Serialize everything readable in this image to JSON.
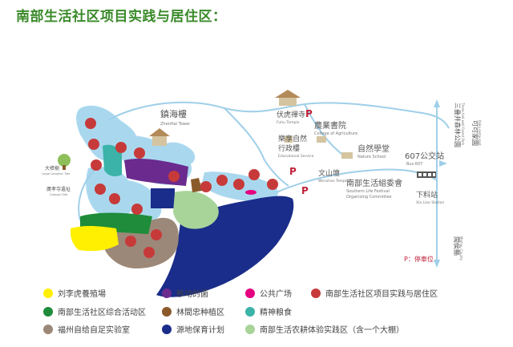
{
  "title": "南部生活社区项目实践与居住区：",
  "places": {
    "zhenhai_cn": "鎮海樓",
    "zhenhai_en": "ZhenHai Tower",
    "fuhu_cn": "伏虎禪寺",
    "fuhu_en": "Fuhu Temple",
    "agri_cn": "農業書院",
    "agri_en": "College of Agriculture",
    "edu_cn1": "樂享自然",
    "edu_cn2": "行政樓",
    "edu_en": "Educational Service",
    "nature_cn": "自然學堂",
    "nature_en": "Nature School",
    "bus_cn": "607公交站",
    "bus_en": "Bus 607",
    "wenshan_cn": "文山壇",
    "wenshan_en": "Wenshan Temple",
    "committee_cn": "南部生活組委會",
    "committee_en1": "Southern Life Festival",
    "committee_en2": "Organizing Committee",
    "xialiao_cn": "下料站",
    "xialiao_en": "Xia Liao Station",
    "sanjie_cn": "三叠井森林公園",
    "sanjie_en1": "Three-fold well Forest Park",
    "kekeyu_cn": "可可家園",
    "kekeyu_en": "Kaka restaurant",
    "mingzhou_cn": "閩侯縣",
    "mingzhou_en": "Minhou County",
    "guangzong_cn": "大樟樹",
    "guangzong_en": "Large Camphor Tree",
    "guangzi_cn": "廣孝寺遺址",
    "guangzi_en": "Guangxi Site",
    "parking_mark": "P",
    "parking_note": "P：停車位"
  },
  "legend": [
    {
      "label": "刘李虎養殖場",
      "color": "#ffef00"
    },
    {
      "label": "移动的菌",
      "color": "#6a2a8e"
    },
    {
      "label": "公共广场",
      "color": "#e5007f"
    },
    {
      "label": "南部生活社区项目实践与居住区",
      "color": "#c73a3a"
    },
    {
      "label": "南部生活社区综合活动区",
      "color": "#1e8c3a"
    },
    {
      "label": "林間忠种植区",
      "color": "#8b5a2b"
    },
    {
      "label": "精神粮食",
      "color": "#3bb3a8"
    },
    {
      "label": "福州自给自足实验室",
      "color": "#9c8878"
    },
    {
      "label": "源地保育计划",
      "color": "#1a2d8a"
    },
    {
      "label": "南部生活农耕体验实践区（含一个大棚）",
      "color": "#a8d49a"
    }
  ],
  "colors": {
    "water": "#a9d8ee",
    "road": "#9fcfe8",
    "title": "#3a8a2a",
    "parking": "#c0223a"
  }
}
